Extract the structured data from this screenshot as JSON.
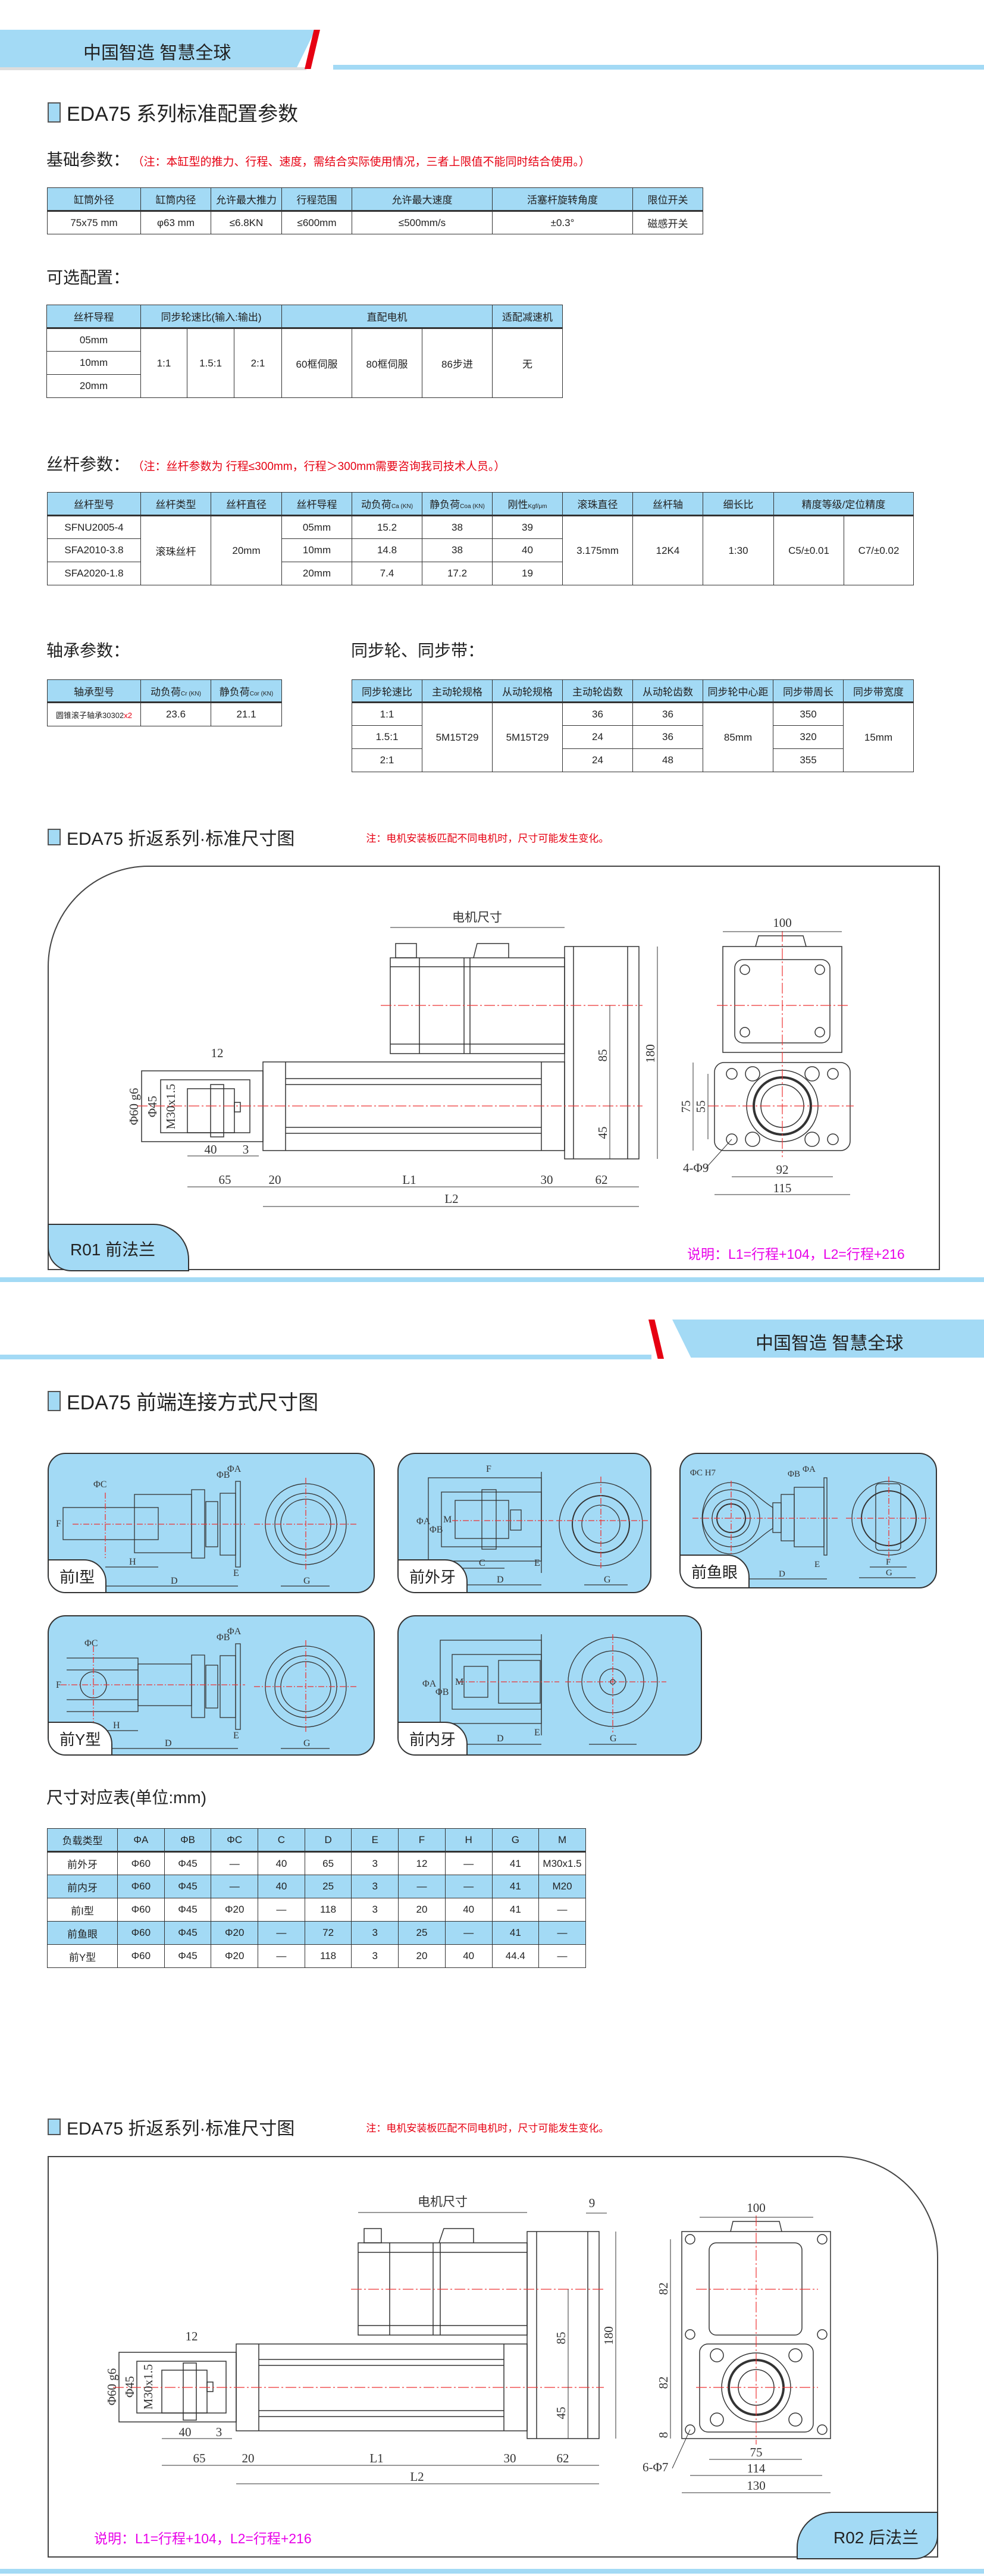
{
  "header": {
    "slogan": "中国智造 智慧全球"
  },
  "section1": {
    "title": "EDA75 系列标准配置参数"
  },
  "basic": {
    "label": "基础参数：",
    "note": "（注：本缸型的推力、行程、速度，需结合实际使用情况，三者上限值不能同时结合使用。）",
    "headers": [
      "缸筒外径",
      "缸筒内径",
      "允许最大推力",
      "行程范围",
      "允许最大速度",
      "活塞杆旋转角度",
      "限位开关"
    ],
    "row": [
      "75x75 mm",
      "φ63 mm",
      "≤6.8KN",
      "≤600mm",
      "≤500mm/s",
      "±0.3°",
      "磁感开关"
    ]
  },
  "optional": {
    "label": "可选配置：",
    "headers": [
      "丝杆导程",
      "同步轮速比(输入:输出)",
      "直配电机",
      "适配减速机"
    ],
    "leads": [
      "05mm",
      "10mm",
      "20mm"
    ],
    "ratios": [
      "1:1",
      "1.5:1",
      "2:1"
    ],
    "motors": [
      "60框伺服",
      "80框伺服",
      "86步进"
    ],
    "reducer": "无"
  },
  "screw": {
    "label": "丝杆参数：",
    "note": "（注：丝杆参数为 行程≤300mm，行程＞300mm需要咨询我司技术人员。）",
    "headers": [
      {
        "main": "丝杆型号",
        "sub": ""
      },
      {
        "main": "丝杆类型",
        "sub": ""
      },
      {
        "main": "丝杆直径",
        "sub": ""
      },
      {
        "main": "丝杆导程",
        "sub": ""
      },
      {
        "main": "动负荷",
        "sub": "Ca (KN)"
      },
      {
        "main": "静负荷",
        "sub": "Coa (KN)"
      },
      {
        "main": "刚性",
        "sub": "Kgf/μm"
      },
      {
        "main": "滚珠直径",
        "sub": ""
      },
      {
        "main": "丝杆轴",
        "sub": ""
      },
      {
        "main": "细长比",
        "sub": ""
      },
      {
        "main": "精度等级/定位精度",
        "sub": ""
      }
    ],
    "rows": [
      {
        "model": "SFNU2005-4",
        "lead": "05mm",
        "ca": "15.2",
        "coa": "38",
        "rigidity": "39"
      },
      {
        "model": "SFA2010-3.8",
        "lead": "10mm",
        "ca": "14.8",
        "coa": "38",
        "rigidity": "40"
      },
      {
        "model": "SFA2020-1.8",
        "lead": "20mm",
        "ca": "7.4",
        "coa": "17.2",
        "rigidity": "19"
      }
    ],
    "type": "滚珠丝杆",
    "diameter": "20mm",
    "ball": "3.175mm",
    "shaft": "12K4",
    "ratio": "1:30",
    "precision": [
      "C5/±0.01",
      "C7/±0.02"
    ]
  },
  "bearing": {
    "label": "轴承参数：",
    "headers": [
      {
        "main": "轴承型号",
        "sub": ""
      },
      {
        "main": "动负荷",
        "sub": "Cr (KN)"
      },
      {
        "main": "静负荷",
        "sub": "Cor (KN)"
      }
    ],
    "model": "圆锥滚子轴承30302",
    "model_suffix": "x2",
    "cr": "23.6",
    "cor": "21.1"
  },
  "timing": {
    "label": "同步轮、同步带：",
    "headers": [
      "同步轮速比",
      "主动轮规格",
      "从动轮规格",
      "主动轮齿数",
      "从动轮齿数",
      "同步轮中心距",
      "同步带周长",
      "同步带宽度"
    ],
    "rows": [
      {
        "ratio": "1:1",
        "drive": "36",
        "driven": "36",
        "length": "350"
      },
      {
        "ratio": "1.5:1",
        "drive": "24",
        "driven": "36",
        "length": "320"
      },
      {
        "ratio": "2:1",
        "drive": "24",
        "driven": "48",
        "length": "355"
      }
    ],
    "drive_spec": "5M15T29",
    "driven_spec": "5M15T29",
    "center": "85mm",
    "width": "15mm"
  },
  "drawing1": {
    "title": "EDA75 折返系列·标准尺寸图",
    "note": "注：电机安装板匹配不同电机时，尺寸可能发生变化。",
    "tag": "R01 前法兰",
    "explain": "说明：L1=行程+104，L2=行程+216",
    "dims": [
      "电机尺寸",
      "100",
      "12",
      "Φ60 g6",
      "Φ45",
      "M30x1.5",
      "40",
      "3",
      "65",
      "20",
      "L1",
      "30",
      "62",
      "L2",
      "85",
      "45",
      "180",
      "75",
      "55",
      "4-Φ9",
      "92",
      "115"
    ]
  },
  "connections": {
    "title": "EDA75 前端连接方式尺寸图",
    "panels": [
      {
        "label": "前I型",
        "letters": [
          "ΦC",
          "F",
          "H",
          "D",
          "ΦB",
          "ΦA",
          "E",
          "G"
        ]
      },
      {
        "label": "前外牙",
        "letters": [
          "F",
          "ΦA",
          "ΦB",
          "M",
          "C",
          "E",
          "D",
          "G"
        ]
      },
      {
        "label": "前鱼眼",
        "letters": [
          "ΦC H7",
          "ΦB",
          "ΦA",
          "E",
          "D",
          "F",
          "G"
        ]
      },
      {
        "label": "前Y型",
        "letters": [
          "ΦC",
          "F",
          "H",
          "D",
          "ΦB",
          "ΦA",
          "E",
          "G"
        ]
      },
      {
        "label": "前内牙",
        "letters": [
          "ΦA",
          "ΦB",
          "M",
          "E",
          "D",
          "G"
        ]
      }
    ]
  },
  "dimtable": {
    "label": "尺寸对应表(单位:mm)",
    "headers": [
      "负载类型",
      "ΦA",
      "ΦB",
      "ΦC",
      "C",
      "D",
      "E",
      "F",
      "H",
      "G",
      "M"
    ],
    "rows": [
      [
        "前外牙",
        "Φ60",
        "Φ45",
        "—",
        "40",
        "65",
        "3",
        "12",
        "—",
        "41",
        "M30x1.5"
      ],
      [
        "前内牙",
        "Φ60",
        "Φ45",
        "—",
        "40",
        "25",
        "3",
        "—",
        "—",
        "41",
        "M20"
      ],
      [
        "前I型",
        "Φ60",
        "Φ45",
        "Φ20",
        "—",
        "118",
        "3",
        "20",
        "40",
        "41",
        "—"
      ],
      [
        "前鱼眼",
        "Φ60",
        "Φ45",
        "Φ20",
        "—",
        "72",
        "3",
        "25",
        "—",
        "41",
        "—"
      ],
      [
        "前Y型",
        "Φ60",
        "Φ45",
        "Φ20",
        "—",
        "118",
        "3",
        "20",
        "40",
        "44.4",
        "—"
      ]
    ]
  },
  "drawing2": {
    "title": "EDA75 折返系列·标准尺寸图",
    "note": "注：电机安装板匹配不同电机时，尺寸可能发生变化。",
    "tag": "R02 后法兰",
    "explain": "说明：L1=行程+104，L2=行程+216",
    "dims": [
      "电机尺寸",
      "9",
      "100",
      "12",
      "Φ60 g6",
      "Φ45",
      "M30x1.5",
      "40",
      "3",
      "65",
      "20",
      "L1",
      "30",
      "62",
      "L2",
      "85",
      "45",
      "180",
      "82",
      "82",
      "8",
      "6-Φ7",
      "75",
      "114",
      "130"
    ]
  },
  "colors": {
    "accent": "#a3daf5",
    "red": "#e60012",
    "magenta": "#e800e8"
  }
}
